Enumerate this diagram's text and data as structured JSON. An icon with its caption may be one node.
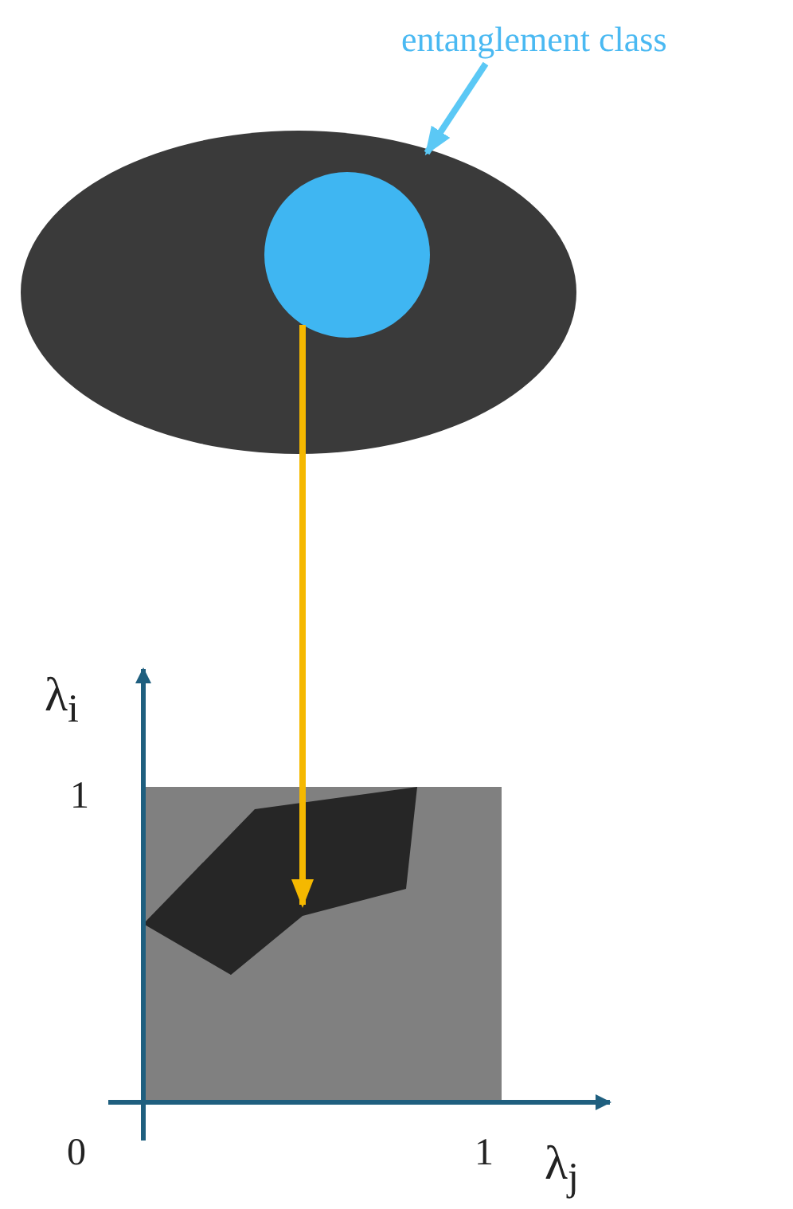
{
  "diagram": {
    "nodes": [
      {
        "text": [],
        "shape": "circle"
      },
      {
        "text": [],
        "shape": "circle",
        "in": 0
      },
      {
        "text": [
          "entanglement class"
        ]
      },
      {
        "text": [],
        "shape": "box"
      },
      {
        "text": [],
        "shape": "polygon",
        "in": 3
      }
    ],
    "edges": [
      {
        "from": 2,
        "to": 0,
        "arrow": "to",
        "color": "#5bc8f5"
      },
      {
        "from": 1,
        "to": 4,
        "arrow": "to",
        "color": "#f5b800"
      }
    ],
    "labels": [
      "λ$_{i}$",
      "1",
      "0",
      "1",
      "λ$_{j}$"
    ]
  }
}
